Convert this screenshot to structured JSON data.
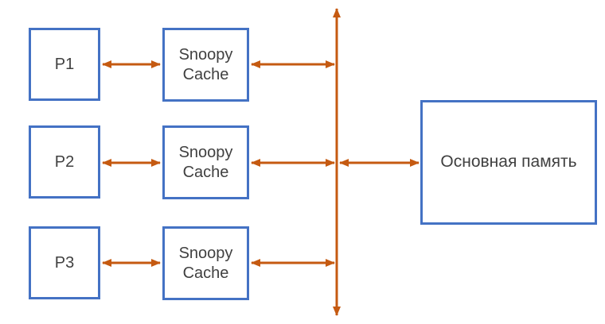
{
  "rows": [
    {
      "processor_label": "P1",
      "cache_label": "Snoopy\nCache"
    },
    {
      "processor_label": "P2",
      "cache_label": "Snoopy\nCache"
    },
    {
      "processor_label": "P3",
      "cache_label": "Snoopy\nCache"
    }
  ],
  "memory": {
    "label": "Основная память"
  },
  "colors": {
    "box_border": "#4472C4",
    "arrow_color": "#C55A11",
    "text_color": "#404040",
    "background": "#FFFFFF"
  }
}
